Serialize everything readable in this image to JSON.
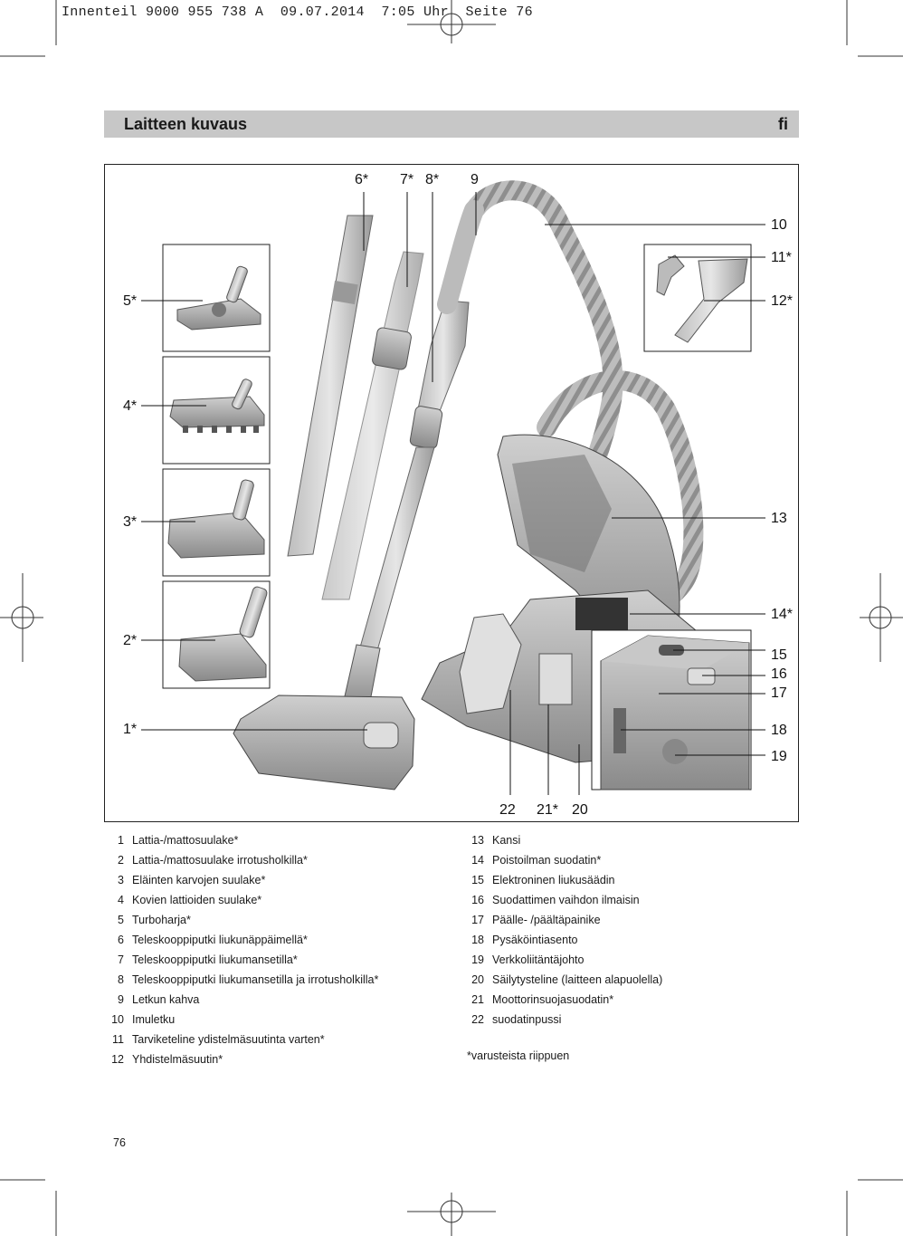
{
  "print_header": "Innenteil 9000 955 738 A  09.07.2014  7:05 Uhr  Seite 76",
  "section": {
    "title": "Laitteen kuvaus",
    "language_code": "fi"
  },
  "callouts": {
    "c1": "1*",
    "c2": "2*",
    "c3": "3*",
    "c4": "4*",
    "c5": "5*",
    "c6": "6*",
    "c7": "7*",
    "c8": "8*",
    "c9": "9",
    "c10": "10",
    "c11": "11*",
    "c12": "12*",
    "c13": "13",
    "c14": "14*",
    "c15": "15",
    "c16": "16",
    "c17": "17",
    "c18": "18",
    "c19": "19",
    "c20": "20",
    "c21": "21*",
    "c22": "22"
  },
  "legend_left": [
    {
      "num": "1",
      "text": "Lattia-/mattosuulake*"
    },
    {
      "num": "2",
      "text": "Lattia-/mattosuulake irrotusholkilla*"
    },
    {
      "num": "3",
      "text": "Eläinten karvojen suulake*"
    },
    {
      "num": "4",
      "text": "Kovien lattioiden suulake*"
    },
    {
      "num": "5",
      "text": "Turboharja*"
    },
    {
      "num": "6",
      "text": "Teleskooppiputki liukunäppäimellä*"
    },
    {
      "num": "7",
      "text": "Teleskooppiputki liukumansetilla*"
    },
    {
      "num": "8",
      "text": "Teleskooppiputki liukumansetilla ja irrotusholkilla*"
    },
    {
      "num": "9",
      "text": "Letkun kahva"
    },
    {
      "num": "10",
      "text": "Imuletku"
    },
    {
      "num": "11",
      "text": "Tarviketeline ydistelmäsuutinta varten*"
    },
    {
      "num": "12",
      "text": "Yhdistelmäsuutin*"
    }
  ],
  "legend_right": [
    {
      "num": "13",
      "text": "Kansi"
    },
    {
      "num": "14",
      "text": "Poistoilman suodatin*"
    },
    {
      "num": "15",
      "text": "Elektroninen liukusäädin"
    },
    {
      "num": "16",
      "text": "Suodattimen vaihdon ilmaisin"
    },
    {
      "num": "17",
      "text": "Päälle- /päältäpainike"
    },
    {
      "num": "18",
      "text": "Pysäköintiasento"
    },
    {
      "num": "19",
      "text": "Verkkoliitäntäjohto"
    },
    {
      "num": "20",
      "text": "Säilytysteline (laitteen alapuolella)"
    },
    {
      "num": "21",
      "text": "Moottorinsuojasuodatin*"
    },
    {
      "num": "22",
      "text": "suodatinpussi"
    }
  ],
  "footnote": "*varusteista riippuen",
  "page_number": "76"
}
